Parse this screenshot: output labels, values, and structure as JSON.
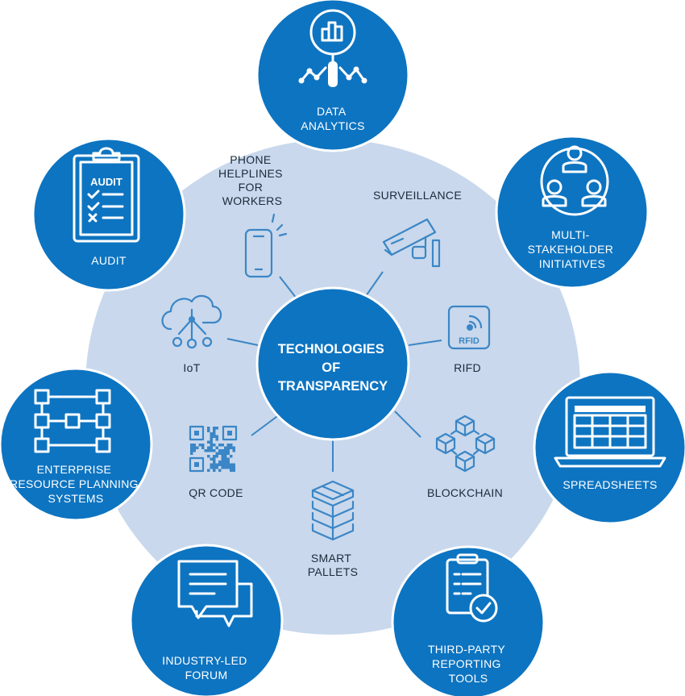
{
  "center": {
    "lines": [
      "TECHNOLOGIES",
      "OF",
      "TRANSPARENCY"
    ]
  },
  "outer_nodes": {
    "data_analytics": {
      "lines": [
        "DATA",
        "ANALYTICS"
      ]
    },
    "multi_stakeholder": {
      "lines": [
        "MULTI-",
        "STAKEHOLDER",
        "INITIATIVES"
      ]
    },
    "spreadsheets": {
      "lines": [
        "SPREADSHEETS"
      ]
    },
    "third_party": {
      "lines": [
        "THIRD-PARTY",
        "REPORTING",
        "TOOLS"
      ]
    },
    "industry_forum": {
      "lines": [
        "INDUSTRY-LED",
        "FORUM"
      ]
    },
    "erp": {
      "lines": [
        "ENTERPRISE",
        "RESOURCE PLANNING",
        "SYSTEMS"
      ]
    },
    "audit": {
      "lines": [
        "AUDIT"
      ],
      "clipboard_text": "AUDIT"
    }
  },
  "inner_nodes": {
    "phone": {
      "lines": [
        "PHONE",
        "HELPLINES",
        "FOR",
        "WORKERS"
      ]
    },
    "surveillance": {
      "lines": [
        "SURVEILLANCE"
      ]
    },
    "rfid": {
      "lines": [
        "RIFD"
      ],
      "tag_text": "RFID"
    },
    "blockchain": {
      "lines": [
        "BLOCKCHAIN"
      ]
    },
    "smart_pallets": {
      "lines": [
        "SMART",
        "PALLETS"
      ]
    },
    "qr_code": {
      "lines": [
        "QR CODE"
      ]
    },
    "iot": {
      "lines": [
        "IoT"
      ]
    }
  },
  "colors": {
    "outer_circle": "#0d74c1",
    "big_disc": "#c9d8ec",
    "icon_blue": "#3b86c6",
    "inner_text": "#1b2b3b"
  }
}
